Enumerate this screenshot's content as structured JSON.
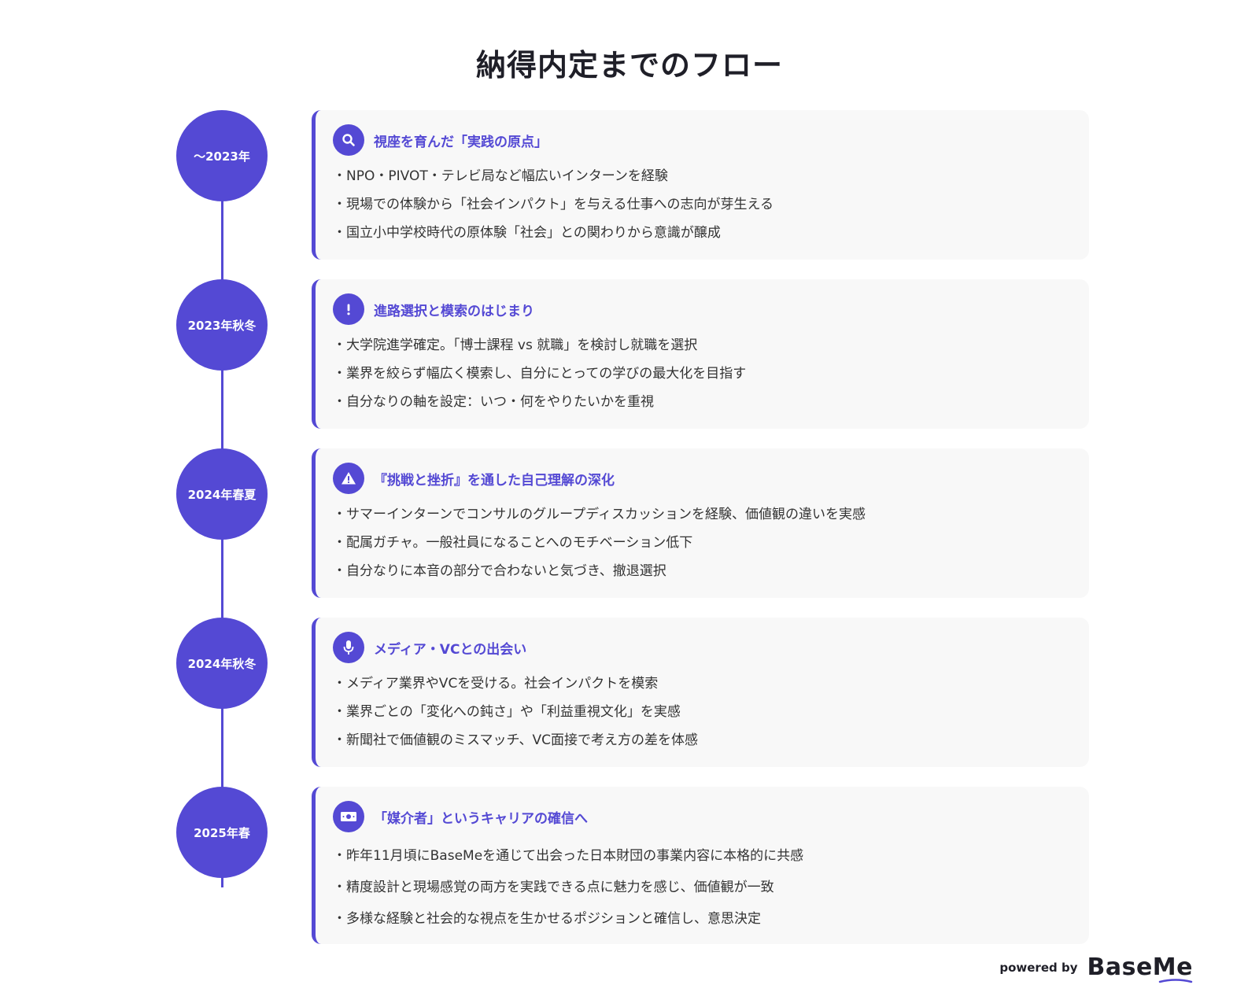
{
  "title": "納得内定までのフロー",
  "accent_color": "#5449d4",
  "timeline": [
    {
      "period": "〜2023年",
      "icon": "search-icon",
      "heading": "視座を育んだ「実践の原点」",
      "bullets": [
        "・NPO・PIVOT・テレビ局など幅広いインターンを経験",
        "・現場での体験から「社会インパクト」を与える仕事への志向が芽生える",
        "・国立小中学校時代の原体験「社会」との関わりから意識が醸成"
      ]
    },
    {
      "period": "2023年秋冬",
      "icon": "exclamation-icon",
      "heading": "進路選択と模索のはじまり",
      "bullets": [
        "・大学院進学確定。「博士課程 vs 就職」を検討し就職を選択",
        "・業界を絞らず幅広く模索し、自分にとっての学びの最大化を目指す",
        "・自分なりの軸を設定：いつ・何をやりたいかを重視"
      ]
    },
    {
      "period": "2024年春夏",
      "icon": "warning-icon",
      "heading": "『挑戦と挫折』を通した自己理解の深化",
      "bullets": [
        "・サマーインターンでコンサルのグループディスカッションを経験、価値観の違いを実感",
        "・配属ガチャ。一般社員になることへのモチベーション低下",
        "・自分なりに本音の部分で合わないと気づき、撤退選択"
      ]
    },
    {
      "period": "2024年秋冬",
      "icon": "microphone-icon",
      "heading": "メディア・VCとの出会い",
      "bullets": [
        "・メディア業界やVCを受ける。社会インパクトを模索",
        "・業界ごとの「変化への鈍さ」や「利益重視文化」を実感",
        "・新聞社で価値観のミスマッチ、VC面接で考え方の差を体感"
      ]
    },
    {
      "period": "2025年春",
      "icon": "banknote-icon",
      "heading": "「媒介者」というキャリアの確信へ",
      "bullets": [
        "・昨年11月頃にBaseMeを通じて出会った日本財団の事業内容に本格的に共感",
        "・精度設計と現場感覚の両方を実践できる点に魅力を感じ、価値観が一致",
        "・多様な経験と社会的な視点を生かせるポジションと確信し、意思決定"
      ]
    }
  ],
  "footer": {
    "powered_by": "powered by",
    "logo": "BaseMe"
  }
}
